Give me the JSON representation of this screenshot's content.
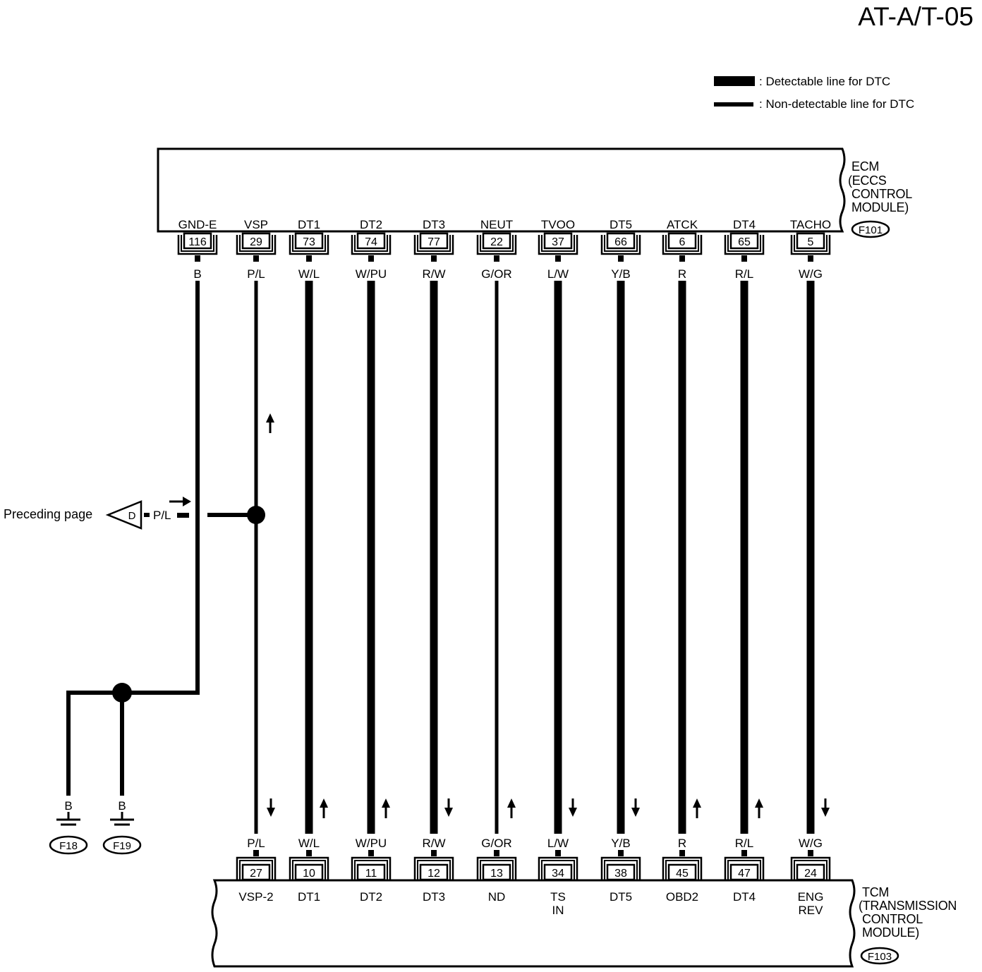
{
  "page_id": "AT-A/T-05",
  "legend": {
    "detectable": ": Detectable line for DTC",
    "non_detectable": ": Non-detectable line for DTC"
  },
  "ecm": {
    "name_lines": [
      "ECM",
      "(ECCS",
      "CONTROL",
      "MODULE)"
    ],
    "connector": "F101",
    "pins": [
      {
        "label": "GND-E",
        "pin": "116",
        "wire": "B",
        "detectable": false
      },
      {
        "label": "VSP",
        "pin": "29",
        "wire": "P/L",
        "detectable": false
      },
      {
        "label": "DT1",
        "pin": "73",
        "wire": "W/L",
        "detectable": true
      },
      {
        "label": "DT2",
        "pin": "74",
        "wire": "W/PU",
        "detectable": true
      },
      {
        "label": "DT3",
        "pin": "77",
        "wire": "R/W",
        "detectable": true
      },
      {
        "label": "NEUT",
        "pin": "22",
        "wire": "G/OR",
        "detectable": false
      },
      {
        "label": "TVOO",
        "pin": "37",
        "wire": "L/W",
        "detectable": true
      },
      {
        "label": "DT5",
        "pin": "66",
        "wire": "Y/B",
        "detectable": true
      },
      {
        "label": "ATCK",
        "pin": "6",
        "wire": "R",
        "detectable": true
      },
      {
        "label": "DT4",
        "pin": "65",
        "wire": "R/L",
        "detectable": true
      },
      {
        "label": "TACHO",
        "pin": "5",
        "wire": "W/G",
        "detectable": true
      }
    ]
  },
  "tcm": {
    "name_lines": [
      "TCM",
      "(TRANSMISSION",
      "CONTROL",
      "MODULE)"
    ],
    "connector": "F103",
    "pins": [
      {
        "label": [
          "VSP-2"
        ],
        "pin": "27",
        "wire": "P/L",
        "arrow": "arrow-down"
      },
      {
        "label": [
          "DT1"
        ],
        "pin": "10",
        "wire": "W/L",
        "arrow": "arrow-up"
      },
      {
        "label": [
          "DT2"
        ],
        "pin": "11",
        "wire": "W/PU",
        "arrow": "arrow-up"
      },
      {
        "label": [
          "DT3"
        ],
        "pin": "12",
        "wire": "R/W",
        "arrow": "arrow-down"
      },
      {
        "label": [
          "ND"
        ],
        "pin": "13",
        "wire": "G/OR",
        "arrow": "arrow-up"
      },
      {
        "label": [
          "TS",
          "IN"
        ],
        "pin": "34",
        "wire": "L/W",
        "arrow": "arrow-down"
      },
      {
        "label": [
          "DT5"
        ],
        "pin": "38",
        "wire": "Y/B",
        "arrow": "arrow-down"
      },
      {
        "label": [
          "OBD2"
        ],
        "pin": "45",
        "wire": "R",
        "arrow": "arrow-up"
      },
      {
        "label": [
          "DT4"
        ],
        "pin": "47",
        "wire": "R/L",
        "arrow": "arrow-up"
      },
      {
        "label": [
          "ENG",
          "REV"
        ],
        "pin": "24",
        "wire": "W/G",
        "arrow": "arrow-down"
      }
    ]
  },
  "vsp_branch": {
    "arrow": "arrow-up"
  },
  "preceding": {
    "text": "Preceding page",
    "connector": "D",
    "wire": "P/L",
    "arrow": "arrow-right"
  },
  "grounds": [
    {
      "wire": "B",
      "connector": "F18"
    },
    {
      "wire": "B",
      "connector": "F19"
    }
  ],
  "colors": {
    "ink": "#000000",
    "paper": "#ffffff"
  }
}
